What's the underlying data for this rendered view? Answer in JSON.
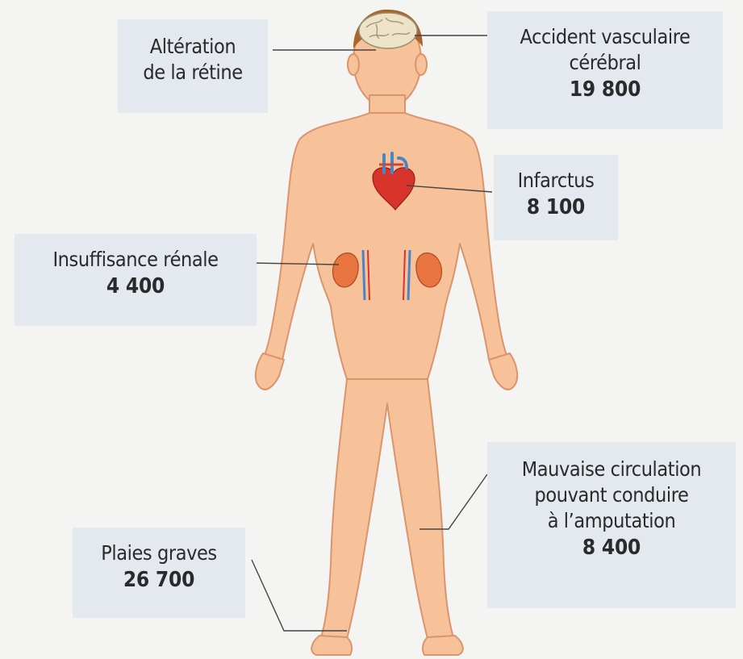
{
  "annotations": {
    "retina": {
      "lines": [
        "Altération",
        "de la rétine"
      ]
    },
    "stroke": {
      "lines": [
        "Accident vasculaire",
        "cérébral"
      ],
      "value": "19 800"
    },
    "infarction": {
      "lines": [
        "Infarctus"
      ],
      "value": "8 100"
    },
    "kidney": {
      "lines": [
        "Insuffisance rénale"
      ],
      "value": "4 400"
    },
    "circulation": {
      "lines": [
        "Mauvaise circulation",
        "pouvant conduire",
        "à l’amputation"
      ],
      "value": "8 400"
    },
    "wounds": {
      "lines": [
        "Plaies graves"
      ],
      "value": "26 700"
    }
  },
  "colors": {
    "skin": "#f7c19a",
    "skin_outline": "#d9956e",
    "hair": "#a8662f",
    "brain": "#ece3c8",
    "heart": "#d9342b",
    "vessel_blue": "#4a86c6",
    "kidney": "#e8743f",
    "label_bg": "#e3e9ee",
    "leader_line": "#444444"
  },
  "icons": [
    "brain-icon",
    "heart-icon",
    "kidney-icon"
  ]
}
